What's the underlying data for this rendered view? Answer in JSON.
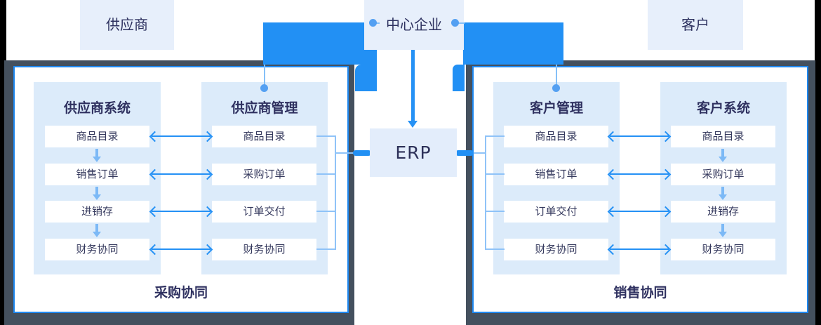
{
  "top_nodes": {
    "supplier": "供应商",
    "center_enterprise": "中心企业",
    "customer": "客户"
  },
  "erp": {
    "label": "ERP"
  },
  "left_panel": {
    "footer_label": "采购协同",
    "columns": [
      {
        "title": "供应商系统",
        "items": [
          "商品目录",
          "销售订单",
          "进销存",
          "财务协同"
        ]
      },
      {
        "title": "供应商管理",
        "items": [
          "商品目录",
          "采购订单",
          "订单交付",
          "财务协同"
        ]
      }
    ]
  },
  "right_panel": {
    "footer_label": "销售协同",
    "columns": [
      {
        "title": "客户管理",
        "items": [
          "商品目录",
          "销售订单",
          "订单交付",
          "财务协同"
        ]
      },
      {
        "title": "客户系统",
        "items": [
          "商品目录",
          "采购订单",
          "进销存",
          "财务协同"
        ]
      }
    ]
  },
  "colors": {
    "accent_blue": "#2290f4",
    "panel_border_blue": "#1e88f0",
    "light_box_fill": "#e7effb",
    "erp_box_fill": "#e3edfb",
    "column_fill": "#dcebfa",
    "navy_shadow": "#44505e",
    "letterbox_black": "#000000",
    "text_navy": "#2f3160",
    "light_arrow_blue": "#7cb9f6",
    "bracket_line_blue": "#8fc3f8",
    "dot_blue": "#54a0f2"
  }
}
